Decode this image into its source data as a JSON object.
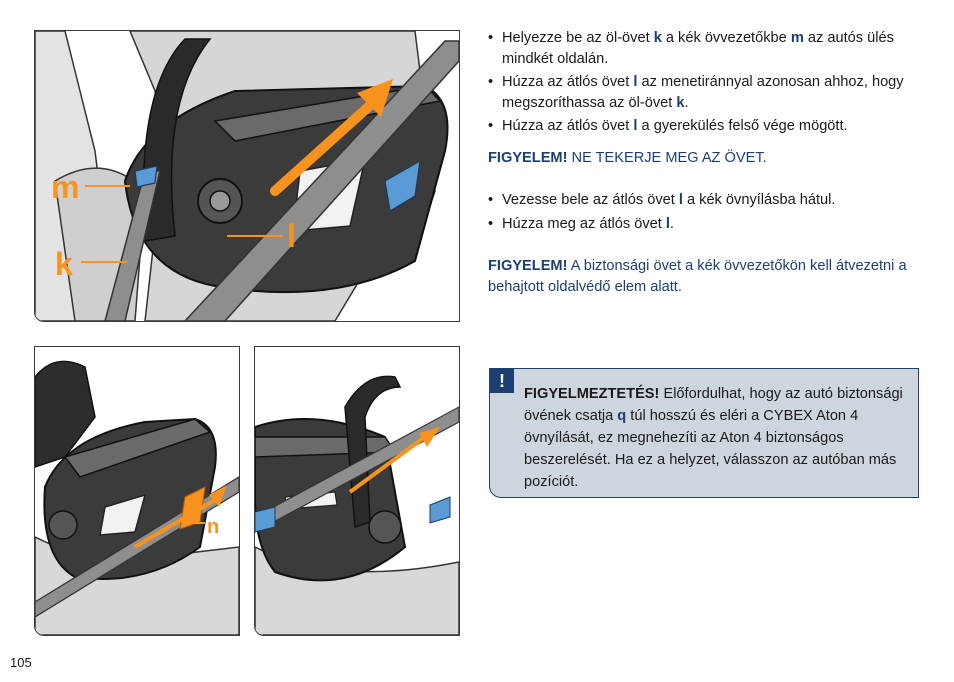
{
  "bullets_1": [
    {
      "t1": "Helyezze be az öl-övet ",
      "h1": "k",
      "t2": " a kék övvezetőkbe ",
      "h2": "m",
      "t3": " az autós ülés mindkét oldalán."
    },
    {
      "t1": "Húzza az átlós övet ",
      "h1": "l",
      "t2": " az menetiránnyal azonosan ahhoz, hogy megszoríthassa az öl-övet ",
      "h2": "k",
      "t3": "."
    },
    {
      "t1": "Húzza az átlós övet ",
      "h1": "l",
      "t2": " a gyerekülés felső vége mögött."
    }
  ],
  "attention_1": {
    "label": "FIGYELEM!",
    "text": " NE TEKERJE MEG AZ ÖVET."
  },
  "bullets_2": [
    {
      "t1": "Vezesse bele az átlós övet ",
      "h1": "l",
      "t2": " a kék övnyílásba hátul."
    },
    {
      "t1": "Húzza meg az átlós övet ",
      "h1": "l",
      "t2": "."
    }
  ],
  "attention_2": {
    "label": "FIGYELEM!",
    "text": " A biztonsági övet a kék övvezetőkön kell átvezetni a behajtott oldalvédő elem alatt."
  },
  "warning": {
    "mark": "!",
    "label": "FIGYELMEZTETÉS!",
    "t1": " Előfordulhat, hogy az autó biztonsági övének csatja ",
    "h1": "q",
    "t2": " túl hosszú és eléri a CYBEX Aton 4 övnyílását, ez megnehezíti  az Aton 4 biztonságos beszerelését. Ha ez a helyzet, válasszon az autóban más pozíciót."
  },
  "figure_labels": {
    "m": "m",
    "k": "k",
    "l": "l",
    "n": "n"
  },
  "page_number": "105",
  "colors": {
    "accent_orange": "#f7931e",
    "belt_blue": "#5b9bd5",
    "text_blue": "#1c3f73",
    "warning_bg": "#cdd5dd"
  }
}
